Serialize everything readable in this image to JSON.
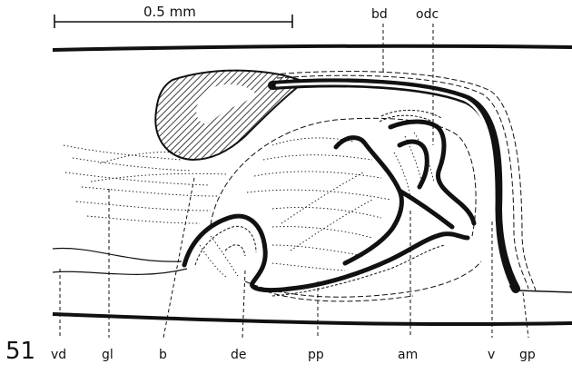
{
  "figure": {
    "number": "51",
    "scale_bar": "0.5 mm",
    "labels": {
      "bd": "bd",
      "odc": "odc",
      "vd": "vd",
      "gl": "gl",
      "b": "b",
      "de": "de",
      "pp": "pp",
      "am": "am",
      "v": "v",
      "gp": "gp"
    },
    "colors": {
      "ink": "#111111",
      "background": "#ffffff"
    }
  }
}
